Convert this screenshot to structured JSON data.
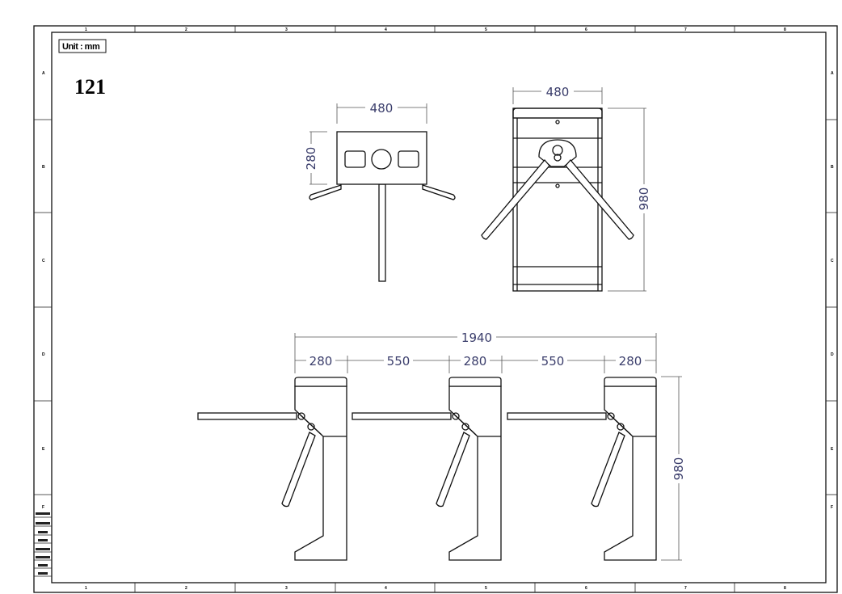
{
  "drawing": {
    "unit_label": "Unit : mm",
    "drawing_number": "121",
    "colors": {
      "line": "#111111",
      "dimension_text": "#3a3d6b"
    }
  },
  "frame": {
    "columns": [
      "1",
      "2",
      "3",
      "4",
      "5",
      "6",
      "7",
      "8"
    ],
    "rows": [
      "A",
      "B",
      "C",
      "D",
      "E",
      "F"
    ]
  },
  "top_view": {
    "width_dim": "480",
    "depth_dim": "280"
  },
  "front_view": {
    "width_dim": "480",
    "height_dim": "980"
  },
  "side_view": {
    "overall_dim": "1940",
    "segment_dims": [
      "280",
      "550",
      "280",
      "550",
      "280"
    ],
    "height_dim": "980"
  }
}
